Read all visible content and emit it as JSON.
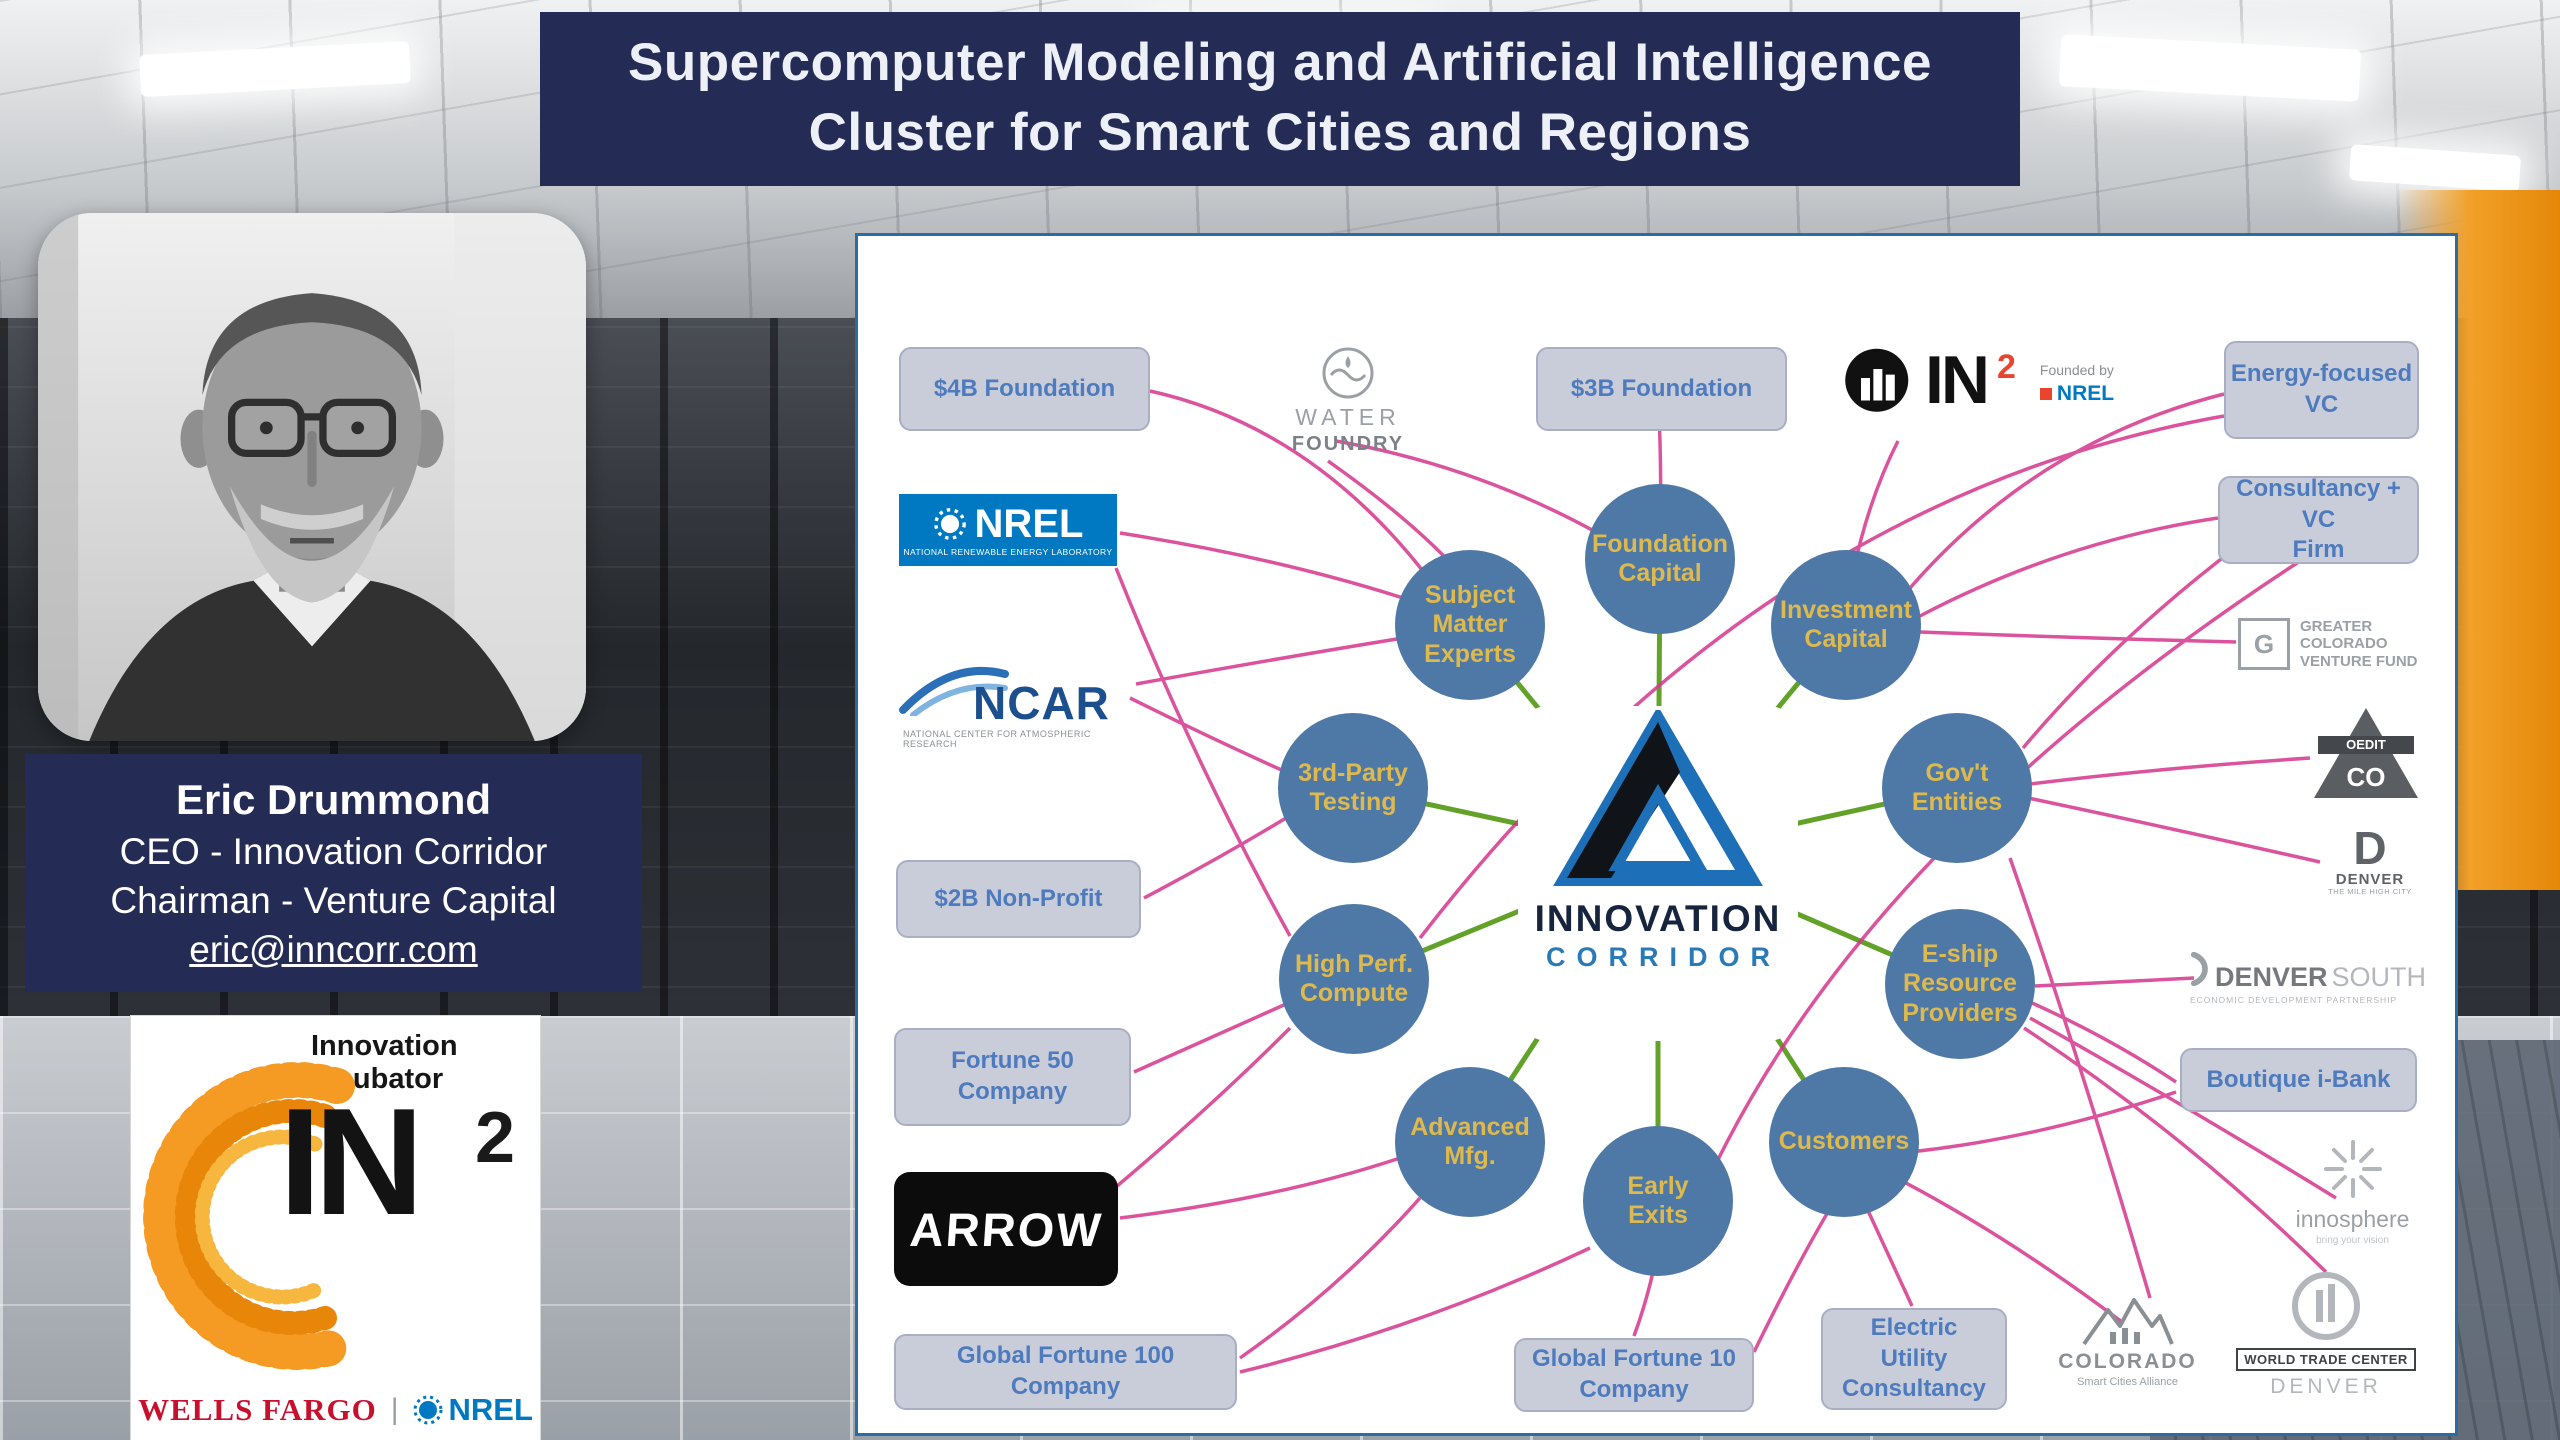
{
  "title": {
    "line1": "Supercomputer Modeling and Artificial Intelligence",
    "line2": "Cluster for Smart Cities and Regions"
  },
  "speaker": {
    "name": "Eric Drummond",
    "role1": "CEO - Innovation Corridor",
    "role2": "Chairman - Venture Capital",
    "email": "eric@inncorr.com"
  },
  "in2_card": {
    "program_line1": "Innovation",
    "program_line2": "Incubator",
    "wordmark": "IN",
    "superscript": "2",
    "partner_left": "WELLS FARGO",
    "divider": "|",
    "partner_right": "NREL"
  },
  "diagram": {
    "center": {
      "line1": "INNOVATION",
      "line2": "CORRIDOR"
    },
    "nodes": [
      {
        "lines": [
          "Subject",
          "Matter",
          "Experts"
        ]
      },
      {
        "lines": [
          "Foundation",
          "Capital"
        ]
      },
      {
        "lines": [
          "Investment",
          "Capital"
        ]
      },
      {
        "lines": [
          "3rd-Party",
          "Testing"
        ]
      },
      {
        "lines": [
          "Gov't",
          "Entities"
        ]
      },
      {
        "lines": [
          "High Perf.",
          "Compute"
        ]
      },
      {
        "lines": [
          "E-ship",
          "Resource",
          "Providers"
        ]
      },
      {
        "lines": [
          "Advanced",
          "Mfg."
        ]
      },
      {
        "lines": [
          "Early",
          "Exits"
        ]
      },
      {
        "lines": [
          "Customers"
        ]
      }
    ],
    "pills": [
      {
        "lines": [
          "$4B Foundation"
        ]
      },
      {
        "lines": [
          "$3B Foundation"
        ]
      },
      {
        "lines": [
          "Energy-focused",
          "VC"
        ]
      },
      {
        "lines": [
          "Consultancy + VC",
          "Firm"
        ]
      },
      {
        "lines": [
          "$2B Non-Profit"
        ]
      },
      {
        "lines": [
          "Fortune 50",
          "Company"
        ]
      },
      {
        "lines": [
          "Boutique i-Bank"
        ]
      },
      {
        "lines": [
          "Global Fortune 100",
          "Company"
        ]
      },
      {
        "lines": [
          "Global Fortune 10",
          "Company"
        ]
      },
      {
        "lines": [
          "Electric",
          "Utility",
          "Consultancy"
        ]
      }
    ],
    "logos": {
      "water_foundry": {
        "line1": "WATER",
        "line2": "FOUNDRY"
      },
      "nrel": {
        "name": "NREL",
        "tagline": "NATIONAL RENEWABLE ENERGY LABORATORY"
      },
      "ncar": {
        "name": "NCAR",
        "tagline": "NATIONAL CENTER FOR ATMOSPHERIC RESEARCH"
      },
      "in2": {
        "wordmark": "IN",
        "superscript": "2",
        "founded": "Founded by",
        "partner": "NREL"
      },
      "gcvf": {
        "initial": "G",
        "line1": "GREATER",
        "line2": "COLORADO",
        "line3": "VENTURE FUND"
      },
      "oedit": {
        "name": "OEDIT",
        "state": "CO"
      },
      "denver": {
        "initial": "D",
        "name": "DENVER",
        "tagline": "THE MILE HIGH CITY"
      },
      "denversouth": {
        "name": "DENVER",
        "suffix": "SOUTH",
        "tagline": "ECONOMIC DEVELOPMENT PARTNERSHIP"
      },
      "innosphere": {
        "name": "innosphere",
        "tagline": "bring your vision"
      },
      "colorado_sca": {
        "name": "COLORADO",
        "tagline": "Smart Cities Alliance"
      },
      "wtc": {
        "line1": "WORLD TRADE CENTER",
        "line2": "DENVER"
      },
      "arrow": {
        "name": "ARROW"
      }
    }
  },
  "colors": {
    "navy": "#242b55",
    "panel_border": "#2b6ca3",
    "node_fill": "#4e79a6",
    "node_text": "#ddb94e",
    "pill_fill": "#c9cdda",
    "pill_text": "#4e7bbd",
    "link_green": "#5a9e1e",
    "link_pink": "#d5358c",
    "nrel_blue": "#0079c2",
    "wells_red": "#c8102e",
    "in2_orange": "#f59a23"
  }
}
